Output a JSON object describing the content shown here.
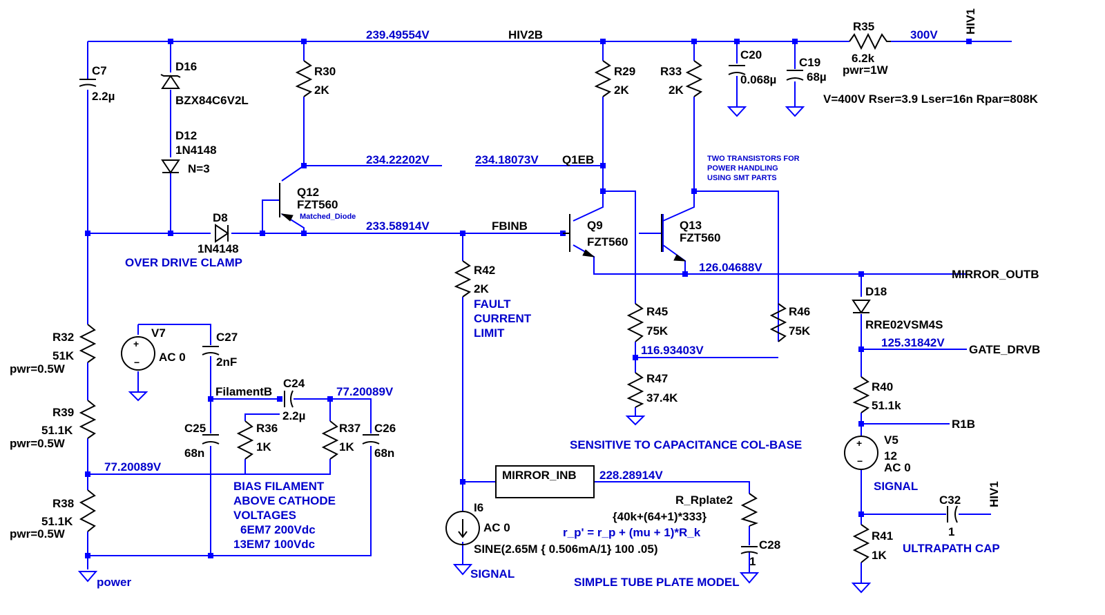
{
  "nets": {
    "v_top": "239.49554V",
    "hiv2b": "HIV2B",
    "v300": "300V",
    "hiv1_top": "HIV1",
    "v_q12c": "234.22202V",
    "v_q1eb": "234.18073V",
    "q1eb": "Q1EB",
    "v_fb": "233.58914V",
    "fbinb": "FBINB",
    "v_mirror": "126.04688V",
    "mirror_outb": "MIRROR_OUTB",
    "v_r45": "116.93403V",
    "v_gate": "125.31842V",
    "gate_drvb": "GATE_DRVB",
    "r1b": "R1B",
    "filamentb": "FilamentB",
    "v_fil_right": "77.20089V",
    "v_bias": "77.20089V",
    "mirror_inb": "MIRROR_INB",
    "v_mirror_in": "228.28914V",
    "hiv1_bottom": "HIV1",
    "power": "power",
    "signal_i6": "SIGNAL",
    "signal_v5": "SIGNAL"
  },
  "components": {
    "c7": {
      "name": "C7",
      "value": "2.2µ"
    },
    "d16": {
      "name": "D16",
      "value": "BZX84C6V2L"
    },
    "d12": {
      "name": "D12",
      "value": "1N4148",
      "extra": "N=3"
    },
    "d8": {
      "name": "D8",
      "value": "1N4148"
    },
    "r30": {
      "name": "R30",
      "value": "2K"
    },
    "q12": {
      "name": "Q12",
      "value": "FZT560",
      "note": "Matched_Diode"
    },
    "r29": {
      "name": "R29",
      "value": "2K"
    },
    "r33": {
      "name": "R33",
      "value": "2K"
    },
    "c20": {
      "name": "C20",
      "value": "0.068µ"
    },
    "c19": {
      "name": "C19",
      "value": "68µ"
    },
    "r35": {
      "name": "R35",
      "value": "6.2k",
      "pwr": "pwr=1W"
    },
    "q9": {
      "name": "Q9",
      "value": "FZT560"
    },
    "q13": {
      "name": "Q13",
      "value": "FZT560"
    },
    "r42": {
      "name": "R42",
      "value": "2K"
    },
    "r45": {
      "name": "R45",
      "value": "75K"
    },
    "r46": {
      "name": "R46",
      "value": "75K"
    },
    "r47": {
      "name": "R47",
      "value": "37.4K"
    },
    "d18": {
      "name": "D18",
      "value": "RRE02VSM4S"
    },
    "r40": {
      "name": "R40",
      "value": "51.1k"
    },
    "v5": {
      "name": "V5",
      "value": "12",
      "extra": "AC 0"
    },
    "c32": {
      "name": "C32",
      "value": "1"
    },
    "r41": {
      "name": "R41",
      "value": "1K"
    },
    "r32": {
      "name": "R32",
      "value": "51K",
      "pwr": "pwr=0.5W"
    },
    "r39": {
      "name": "R39",
      "value": "51.1K",
      "pwr": "pwr=0.5W"
    },
    "r38": {
      "name": "R38",
      "value": "51.1K",
      "pwr": "pwr=0.5W"
    },
    "v7": {
      "name": "V7",
      "value": "AC 0"
    },
    "c27": {
      "name": "C27",
      "value": "2nF"
    },
    "c24": {
      "name": "C24",
      "value": "2.2µ"
    },
    "c25": {
      "name": "C25",
      "value": "68n"
    },
    "r36": {
      "name": "R36",
      "value": "1K"
    },
    "r37": {
      "name": "R37",
      "value": "1K"
    },
    "c26": {
      "name": "C26",
      "value": "68n"
    },
    "i6": {
      "name": "I6",
      "value": "AC 0",
      "source": "SINE(2.65M { 0.506mA/1} 100 .05)"
    },
    "rplate": {
      "name": "R_Rplate2",
      "value": "{40k+(64+1)*333}"
    },
    "c28": {
      "name": "C28",
      "value": "1"
    }
  },
  "notes": {
    "c19_params": "V=400V Rser=3.9 Lser=16n Rpar=808K",
    "two_transistors": [
      "TWO TRANSISTORS FOR",
      "POWER HANDLING",
      "USING SMT PARTS"
    ],
    "overdrive": "OVER DRIVE CLAMP",
    "fault": [
      "FAULT",
      "CURRENT",
      "LIMIT"
    ],
    "sensitive": "SENSITIVE TO CAPACITANCE  COL-BASE",
    "bias": [
      "BIAS FILAMENT",
      "ABOVE CATHODE",
      "VOLTAGES",
      "6EM7 200Vdc",
      "13EM7 100Vdc"
    ],
    "rp_formula": "r_p' = r_p + (mu + 1)*R_k",
    "tube_model": "SIMPLE TUBE PLATE  MODEL",
    "ultrapath": "ULTRAPATH CAP"
  }
}
